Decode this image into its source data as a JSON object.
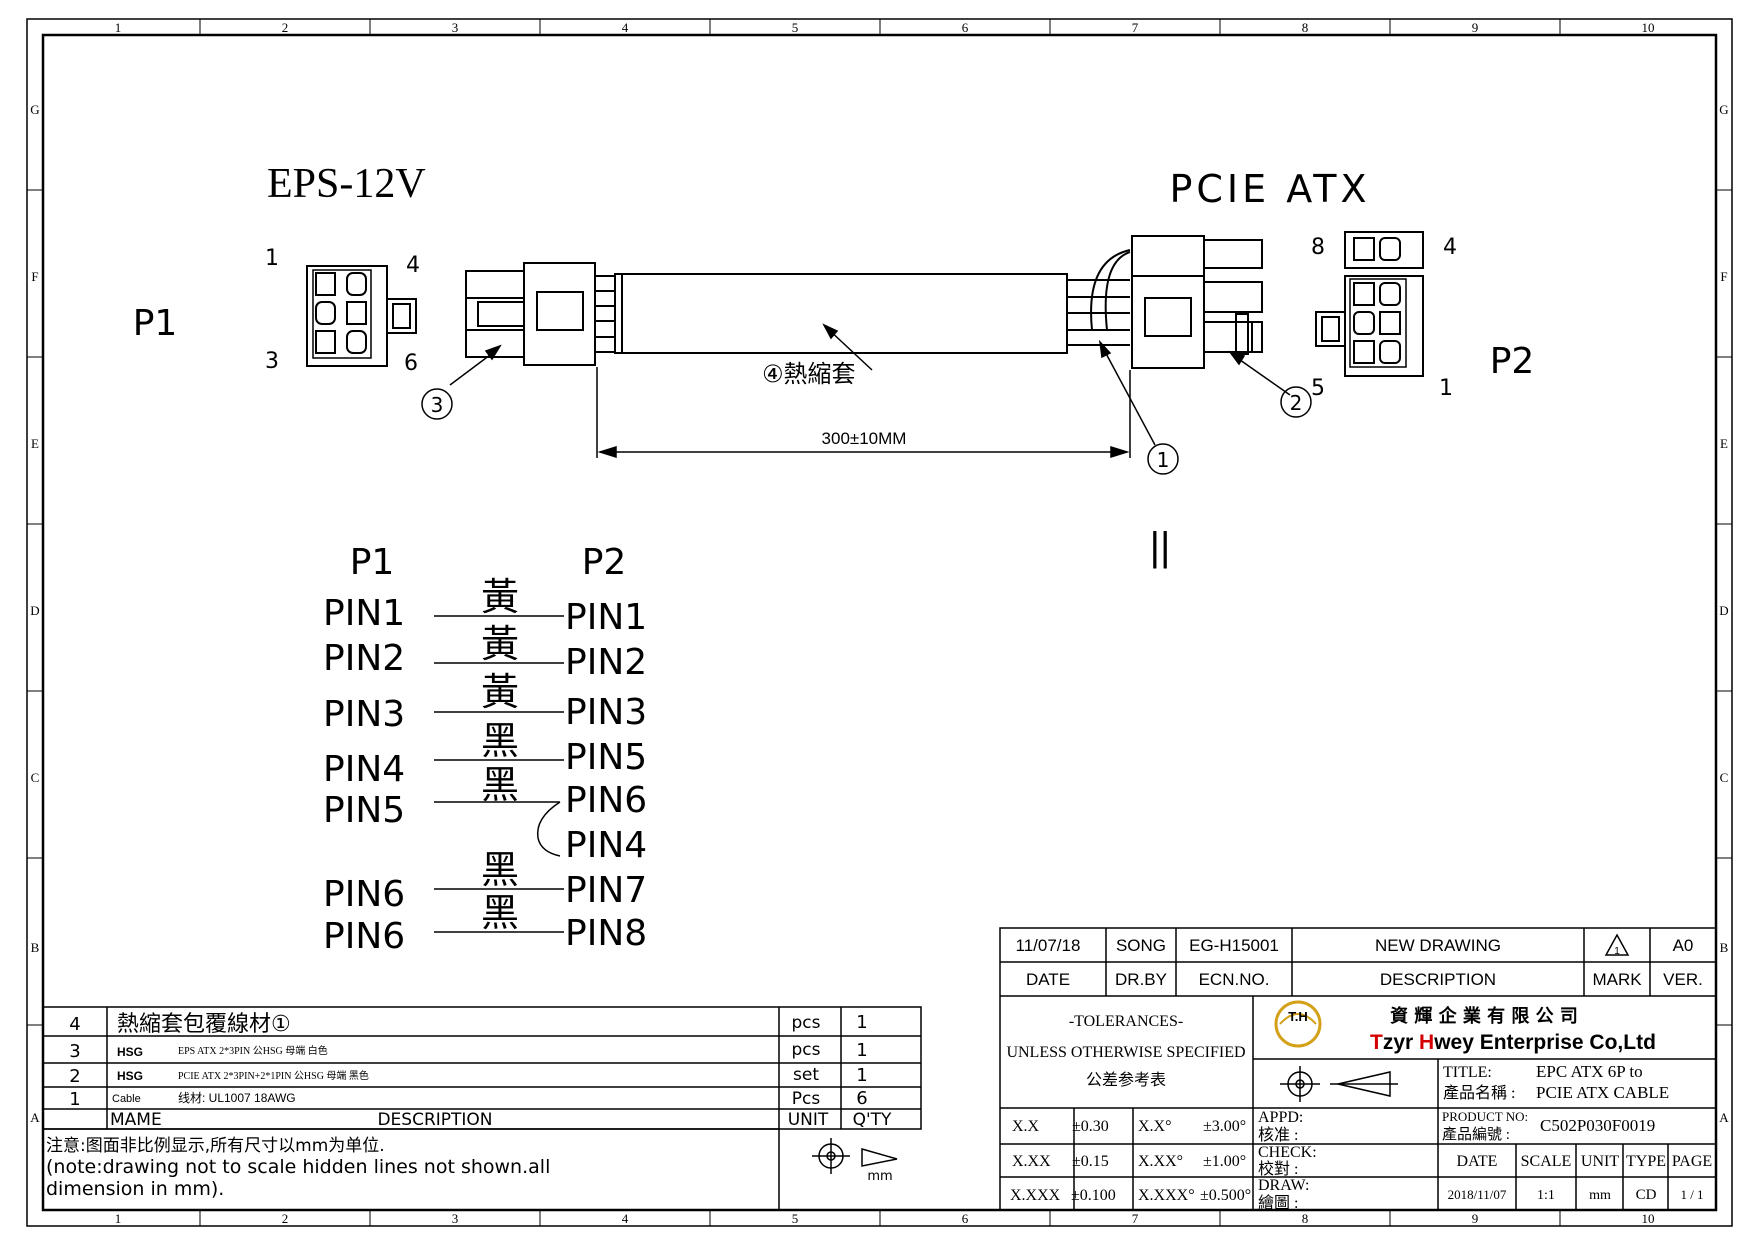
{
  "frame": {
    "columns": [
      "1",
      "2",
      "3",
      "4",
      "5",
      "6",
      "7",
      "8",
      "9",
      "10"
    ],
    "rows": [
      "G",
      "F",
      "E",
      "D",
      "C",
      "B",
      "A"
    ]
  },
  "drawing": {
    "left_connector_title": "EPS-12V",
    "right_connector_title": "PCIE ATX",
    "p1_label": "P1",
    "p2_label": "P2",
    "p1_pins": {
      "tl": "1",
      "tr": "4",
      "bl": "3",
      "br": "6"
    },
    "p2_pins": {
      "tl": "8",
      "tr": "4",
      "bl": "5",
      "br": "1"
    },
    "heat_shrink_label": "④熱縮套",
    "dimension": "300±10MM",
    "balloons": [
      "①",
      "②",
      "③"
    ],
    "equals": "||"
  },
  "wiring": {
    "header_p1": "P1",
    "header_p2": "P2",
    "rows": [
      {
        "left": "PIN1",
        "color": "黃",
        "right": "PIN1"
      },
      {
        "left": "PIN2",
        "color": "黃",
        "right": "PIN2"
      },
      {
        "left": "PIN3",
        "color": "黃",
        "right": "PIN3"
      },
      {
        "left": "PIN4",
        "color": "黑",
        "right": "PIN5"
      },
      {
        "left": "PIN5",
        "color": "黑",
        "right": "PIN6"
      },
      {
        "left": "",
        "color": "",
        "right": "PIN4"
      },
      {
        "left": "PIN6",
        "color": "黑",
        "right": "PIN7"
      },
      {
        "left": "PIN6",
        "color": "黑",
        "right": "PIN8"
      }
    ]
  },
  "bom": {
    "rows": [
      {
        "no": "4",
        "name": "熱縮套包覆線材①",
        "desc": "",
        "unit": "pcs",
        "qty": "1"
      },
      {
        "no": "3",
        "name": "HSG",
        "desc": "EPS ATX 2*3PIN 公HSG 母端 白色",
        "unit": "pcs",
        "qty": "1"
      },
      {
        "no": "2",
        "name": "HSG",
        "desc": "PCIE ATX 2*3PIN+2*1PIN 公HSG 母端 黑色",
        "unit": "set",
        "qty": "1"
      },
      {
        "no": "1",
        "name": "Cable",
        "desc": "线材: UL1007 18AWG",
        "unit": "Pcs",
        "qty": "6"
      }
    ],
    "header": {
      "name": "MAME",
      "desc": "DESCRIPTION",
      "unit": "UNIT",
      "qty": "Q'TY"
    },
    "note_line1": "注意:图面非比例显示,所有尺寸以mm为单位.",
    "note_line2": "(note:drawing not to scale hidden lines not shown.all",
    "note_line3": "dimension in mm).",
    "unit_symbol": "mm"
  },
  "title_block": {
    "revision": {
      "date": "11/07/18",
      "by": "SONG",
      "ecn": "EG-H15001",
      "desc": "NEW DRAWING",
      "mark": "1",
      "ver": "A0"
    },
    "revision_header": {
      "date": "DATE",
      "by": "DR.BY",
      "ecn": "ECN.NO.",
      "desc": "DESCRIPTION",
      "mark": "MARK",
      "ver": "VER."
    },
    "tolerances_title": "-TOLERANCES-",
    "tolerances_sub": "UNLESS OTHERWISE SPECIFIED",
    "tolerances_cn": "公差参考表",
    "logo_text": "T.H",
    "company_cn": "資 輝 企 業 有 限 公 司",
    "company_en_t": "T",
    "company_en_1": "zyr ",
    "company_en_h": "H",
    "company_en_2": "wey Enterprise Co,Ltd",
    "title_label": "TITLE:",
    "title_label_cn": "產品名稱 :",
    "title_line1": "EPC ATX 6P to",
    "title_line2": "PCIE ATX CABLE",
    "product_no_label": "PRODUCT NO:",
    "product_no_label_cn": "產品編號 :",
    "product_no": "C502P030F0019",
    "tol_rows": [
      {
        "a": "X.X",
        "av": "±0.30",
        "b": "X.X°",
        "bv": "±3.00°"
      },
      {
        "a": "X.XX",
        "av": "±0.15",
        "b": "X.XX°",
        "bv": "±1.00°"
      },
      {
        "a": "X.XXX",
        "av": "±0.100",
        "b": "X.XXX°",
        "bv": "±0.500°"
      }
    ],
    "appd": "APPD:",
    "appd_cn": "核准 :",
    "check": "CHECK:",
    "check_cn": "校對 :",
    "draw": "DRAW:",
    "draw_cn": "繪圖 :",
    "info_header": {
      "date": "DATE",
      "scale": "SCALE",
      "unit": "UNIT",
      "type": "TYPE",
      "page": "PAGE"
    },
    "info_values": {
      "date": "2018/11/07",
      "scale": "1:1",
      "unit": "mm",
      "type": "CD",
      "page": "1 / 1"
    }
  },
  "colors": {
    "logo": "#d4a017",
    "company_h": "#d40000"
  }
}
